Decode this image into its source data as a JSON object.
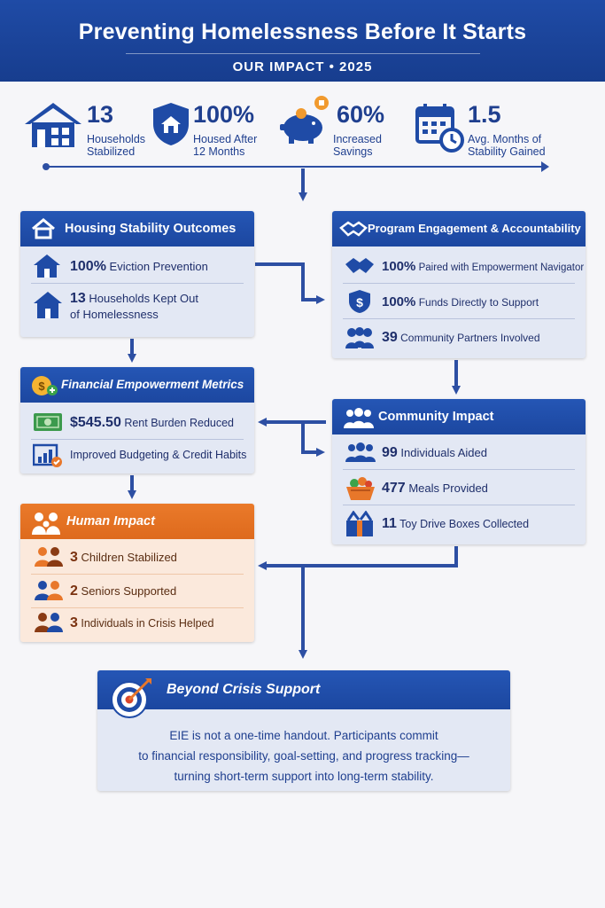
{
  "header": {
    "title": "Preventing Homelessness Before It Starts",
    "subtitle": "OUR IMPACT • 2025"
  },
  "stats": [
    {
      "value": "13",
      "label_line1": "Households",
      "label_line2": "Stabilized",
      "icon": "house-icon"
    },
    {
      "value": "100%",
      "label_line1": "Housed After",
      "label_line2": "12 Months",
      "icon": "shield-house-icon"
    },
    {
      "value": "60%",
      "label_line1": "Increased",
      "label_line2": "Savings",
      "icon": "piggy-bank-icon"
    },
    {
      "value": "1.5",
      "label_line1": "Avg. Months of",
      "label_line2": "Stability Gained",
      "icon": "calendar-clock-icon"
    }
  ],
  "housing": {
    "title": "Housing Stability Outcomes",
    "rows": [
      {
        "value": "100%",
        "text": " Eviction Prevention"
      },
      {
        "value": "13",
        "text": " Households Kept Out",
        "text2": "of Homelessness"
      }
    ]
  },
  "engagement": {
    "title": "Program Engagement & Accountability",
    "rows": [
      {
        "value": "100%",
        "text": " Paired with Empowerment Navigator"
      },
      {
        "value": "100%",
        "text": " Funds Directly to Support"
      },
      {
        "value": "39",
        "text": " Community Partners Involved"
      }
    ]
  },
  "financial": {
    "title": "Financial Empowerment Metrics",
    "rows": [
      {
        "value": "$545.50",
        "text": " Rent Burden Reduced"
      },
      {
        "value": "",
        "text": "Improved Budgeting & Credit Habits"
      }
    ]
  },
  "community": {
    "title": "Community Impact",
    "rows": [
      {
        "value": "99",
        "text": " Individuals Aided"
      },
      {
        "value": "477",
        "text": " Meals Provided"
      },
      {
        "value": "11",
        "text": " Toy Drive Boxes Collected"
      }
    ]
  },
  "human": {
    "title": "Human Impact",
    "rows": [
      {
        "value": "3",
        "text": " Children Stabilized"
      },
      {
        "value": "2",
        "text": " Seniors Supported"
      },
      {
        "value": "3",
        "text": " Individuals in Crisis Helped"
      }
    ]
  },
  "beyond": {
    "title": "Beyond Crisis Support",
    "line1": "EIE is not a one-time handout.  Participants commit",
    "line2": "to financial responsibility, goal-setting, and progress tracking—",
    "line3": "turning short-term support into long-term stability."
  },
  "colors": {
    "primary": "#1f4ba6",
    "accent": "#e8772a",
    "card": "#e3e8f4"
  }
}
